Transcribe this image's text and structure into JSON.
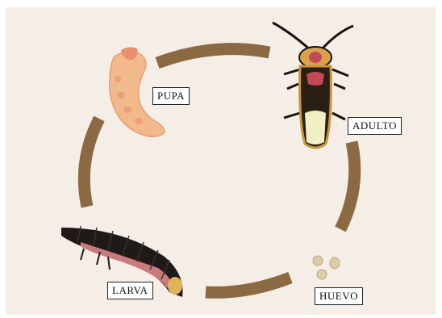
{
  "stages": {
    "pupa": {
      "label": "PUPA"
    },
    "adulto": {
      "label": "ADULTO"
    },
    "huevo": {
      "label": "HUEVO"
    },
    "larva": {
      "label": "LARVA"
    }
  },
  "colors": {
    "background": "#f4eee6",
    "arrows": "#8b6a43",
    "label_border": "#222222"
  }
}
